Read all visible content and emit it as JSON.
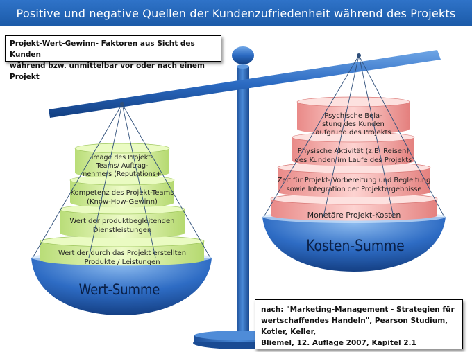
{
  "title": "Positive und negative Quellen der Kundenzufriedenheit während des Projekts",
  "intro": {
    "line1": "Projekt-Wert-Gewinn- Faktoren aus Sicht des Kunden",
    "line2": "während bzw. unmittelbar vor oder nach einem Projekt"
  },
  "left_pan": {
    "label": "Wert-Summe",
    "layers": [
      [
        "Image des Projekt-",
        "Teams/ Auftrag-",
        "nehmers (Reputations+"
      ],
      [
        "Kompetenz des Projekt-Teams",
        "(Know-How-Gewinn)"
      ],
      [
        "Wert der produktbegleitenden",
        "Dienstleistungen"
      ],
      [
        "Wert der durch das Projekt erstellten",
        "Produkte / Leistungen"
      ]
    ]
  },
  "right_pan": {
    "label": "Kosten-Summe",
    "layers": [
      [
        "Psychische Bela-",
        "stung des Kunden",
        "aufgrund des Projekts"
      ],
      [
        "Physische Aktivität (z.B. Reisen)",
        "des Kunden im Laufe des Projekts"
      ],
      [
        "Zeit für Projekt- Vorbereitung und Begleitung",
        "sowie Integration der Projektergebnisse"
      ],
      [
        "Monetäre Projekt-Kosten"
      ]
    ]
  },
  "source": {
    "line1": "nach: \"Marketing-Management - Strategien für",
    "line2": "wertschaffendes Handeln\", Pearson Studium, Kotler, Keller,",
    "line3": "Bliemel, 12. Auflage 2007, Kapitel 2.1"
  },
  "colors": {
    "title_bar": "#2467bd",
    "scale_blue": "#2c6bc4",
    "value_layer": "#dcf2a4",
    "cost_layer": "#f6b7b5"
  }
}
